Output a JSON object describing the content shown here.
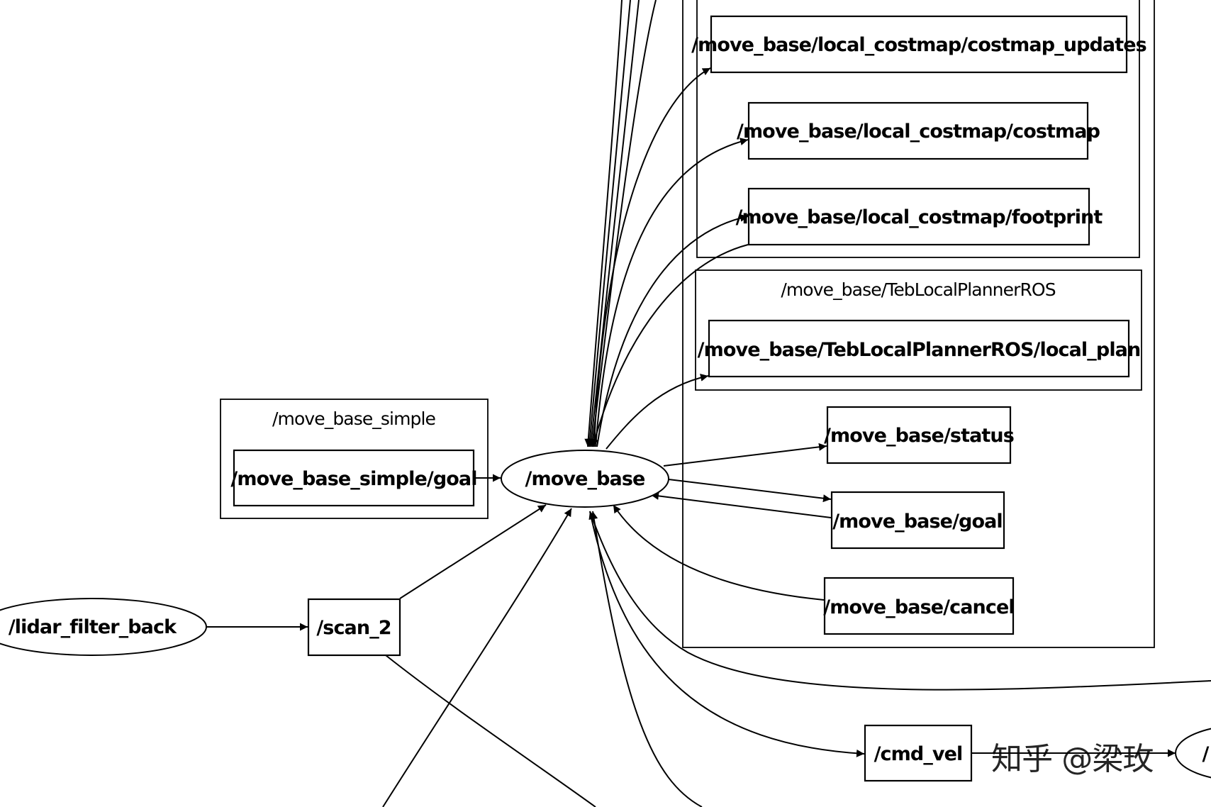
{
  "namespaces": {
    "move_base_simple": "/move_base_simple",
    "teb_local_planner": "/move_base/TebLocalPlannerROS"
  },
  "nodes": {
    "move_base": "/move_base",
    "lidar_filter_back": "/lidar_filter_back",
    "partial_right": "/"
  },
  "topics": {
    "costmap_updates": "/move_base/local_costmap/costmap_updates",
    "costmap": "/move_base/local_costmap/costmap",
    "footprint": "/move_base/local_costmap/footprint",
    "local_plan": "/move_base/TebLocalPlannerROS/local_plan",
    "status": "/move_base/status",
    "goal": "/move_base/goal",
    "cancel": "/move_base/cancel",
    "simple_goal": "/move_base_simple/goal",
    "scan_2": "/scan_2",
    "cmd_vel": "/cmd_vel"
  },
  "watermark": "知乎 @梁玫"
}
